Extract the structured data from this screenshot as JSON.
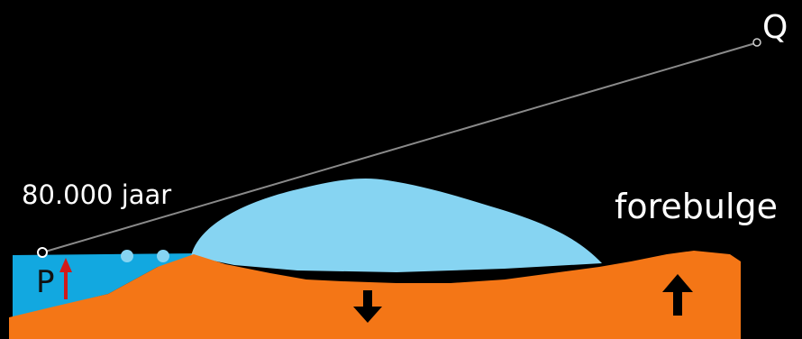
{
  "labels": {
    "q": "Q",
    "time": "80.000 jaar",
    "forebulge": "forebulge",
    "p": "P"
  },
  "colors": {
    "background": "#000000",
    "sea": "#12a8e0",
    "ice": "#86d4f2",
    "earth": "#f47616",
    "sightline": "#8a8a8a",
    "uplift_arrow_red": "#d21a1a",
    "arrow": "#000000",
    "text": "#ffffff"
  },
  "icons": {
    "subsidence": "arrow-down-icon",
    "uplift": "arrow-up-icon",
    "marker": "circle-marker-icon"
  }
}
